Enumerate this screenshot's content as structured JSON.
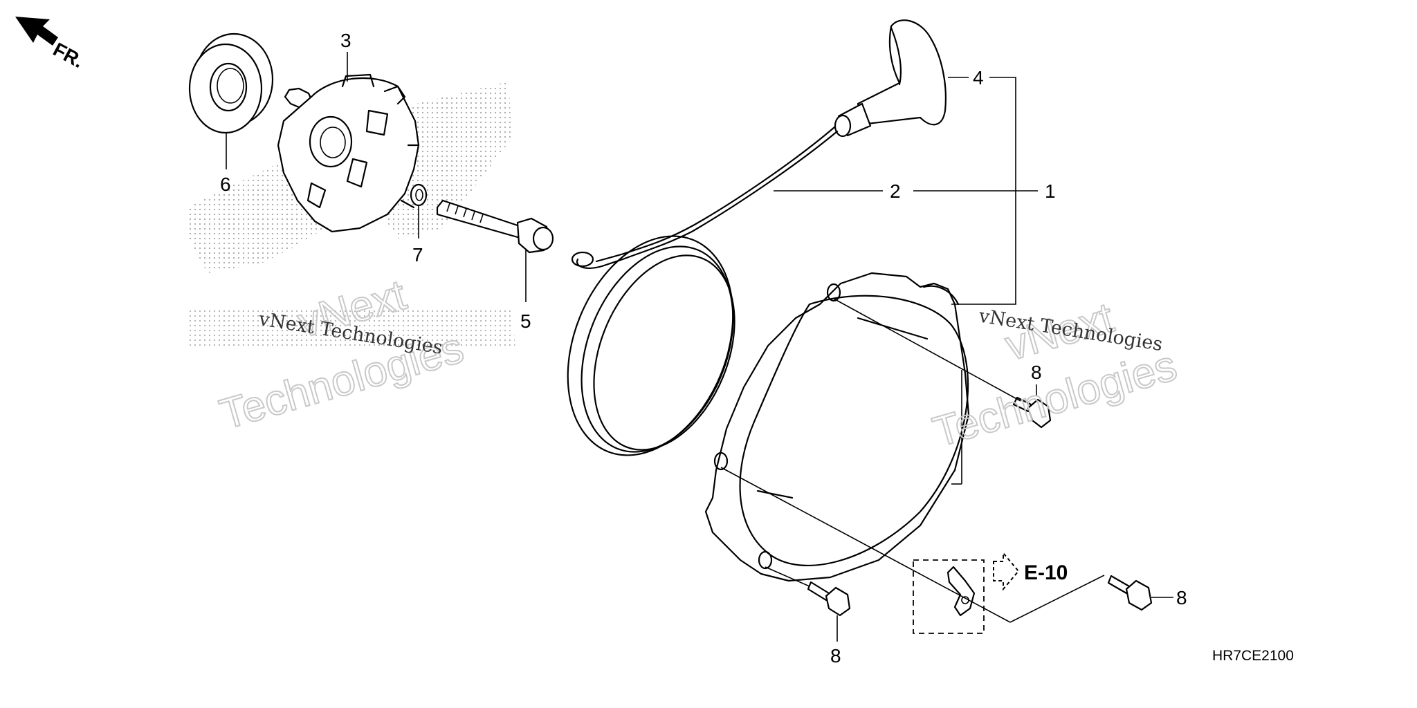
{
  "direction_label": "FR.",
  "callouts": {
    "p1": "1",
    "p2": "2",
    "p3": "3",
    "p4": "4",
    "p5": "5",
    "p6": "6",
    "p7": "7",
    "p8a": "8",
    "p8b": "8",
    "p8c": "8"
  },
  "reference": "E-10",
  "diagram_code": "HR7CE2100",
  "watermarks": {
    "left_small": "vNext Technologies",
    "left_big_1": "vNext",
    "left_big_2": "Technologies",
    "right_small": "vNext Technologies",
    "right_big_1": "vNext",
    "right_big_2": "Technologies"
  },
  "colors": {
    "line": "#000000",
    "stipple": "#9a9a9a",
    "watermark_outline": "#c9c9c9"
  }
}
